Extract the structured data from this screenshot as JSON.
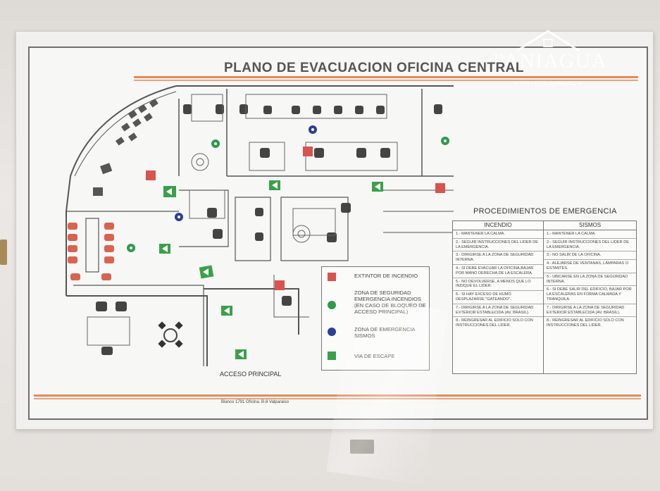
{
  "title": "PLANO DE EVACUACION OFICINA CENTRAL",
  "watermark": {
    "brand": "PANIAGUA",
    "sub": "PROPIEDADES"
  },
  "procedures": {
    "title": "PROCEDIMIENTOS DE EMERGENCIA",
    "incendio": {
      "header": "INCENDIO",
      "steps": [
        "1.- MANTENER LA CALMA.",
        "2.- SEGUIR INSTRUCCIONES DEL LIDER DE LA EMERGENCIA.",
        "3.- DIRIGIRSE A LA ZONA DE SEGURIDAD INTERNA.",
        "4.- SI DEBE EVACUAR LA OFICINA,BAJAR POR MANO DERECHA DE LA ESCALERA.",
        "5.- NO DEVOLVERSE, A MENOS QUE LO INDIQUE EL LIDER.",
        "6.- SI HAY EXCESO DE HUMO DESPLAZARSE \"GATEANDO\".",
        "7.- DIRIGIRSE A LA ZONA DE SEGURIDAD EXTERIOR ESTABLECIDA (AV. BRASIL).",
        "8.- REINGRESAR AL EDIFICIO SOLO CON INSTRUCCIONES DEL LIDER."
      ]
    },
    "sismos": {
      "header": "SISMOS",
      "steps": [
        "1.- MANTENER LA CALMA.",
        "2.- SEGUIR INSTRUCCIONES DEL LIDER DE LA EMERGENCIA.",
        "3.- NO SALIR DE LA OFICINA.",
        "4.- ALEJARSE DE VENTANAS, LÁMPARAS O ESTANTES.",
        "5.- UBICARSE EN LA ZONA DE SEGURIDAD INTERNA.",
        "6.- SI DEBE SALIR DEL EDIFICIO, BAJAR POR LA ESCALERAS EN FORMA CALMADA Y TRANQUILA.",
        "7.- DIRIGIRSE A LA ZONA DE SEGURIDAD EXTERIOR ESTABLECIDA (AV. BRASIL).",
        "8.- REINGRESAR AL EDIFICIO SOLO CON INSTRUCCIONES DEL LIDER."
      ]
    }
  },
  "legend": {
    "items": [
      {
        "icon": "fire-extinguisher-icon",
        "label": "EXTINTOR DE INCENDIO"
      },
      {
        "icon": "green-dot-icon",
        "label": "ZONA DE SEGURIDAD EMERGENCIA INCENDIOS (EN CASO DE BLOQUEO DE ACCESO PRINCIPAL)"
      },
      {
        "icon": "blue-dot-icon",
        "label": "ZONA DE EMERGENCIA SISMOS"
      },
      {
        "icon": "exit-arrow-icon",
        "label": "VIA DE ESCAPE"
      }
    ]
  },
  "access_label": "ACCESO PRINCIPAL",
  "address": "Blanco 1791 Oficina. B-8 Valparaiso",
  "colors": {
    "accent_stripe": "#e48a5a",
    "green_zone": "#2e9a4a",
    "blue_zone": "#2a3f9a",
    "extinguisher": "#d9534f",
    "exit_sign": "#3aa04a"
  }
}
